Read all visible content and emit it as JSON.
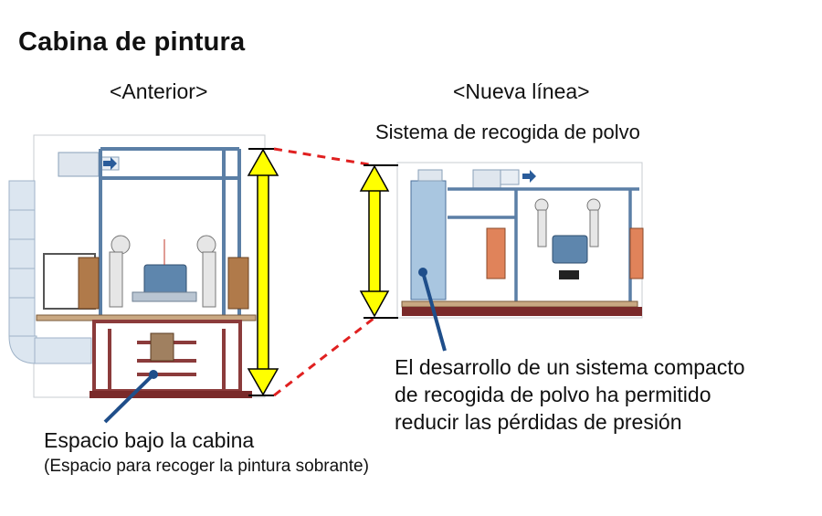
{
  "title": "Cabina de pintura",
  "labels": {
    "before": "<Anterior>",
    "new_line": "<Nueva línea>",
    "dust_system": "Sistema de recogida de polvo"
  },
  "callouts": {
    "new_line_lines": [
      "El desarrollo de un sistema compacto",
      "de recogida de polvo ha permitido",
      "reducir las pérdidas de presión"
    ],
    "under_booth": "Espacio bajo la cabina",
    "under_booth_sub": "(Espacio para recoger la pintura sobrante)"
  },
  "colors": {
    "height_arrow": "#ffff00",
    "dashed_connector": "#e02020",
    "frame": "#4a6f9a",
    "floor": "#7a2a2a",
    "callout_line": "#1f4e8a"
  }
}
